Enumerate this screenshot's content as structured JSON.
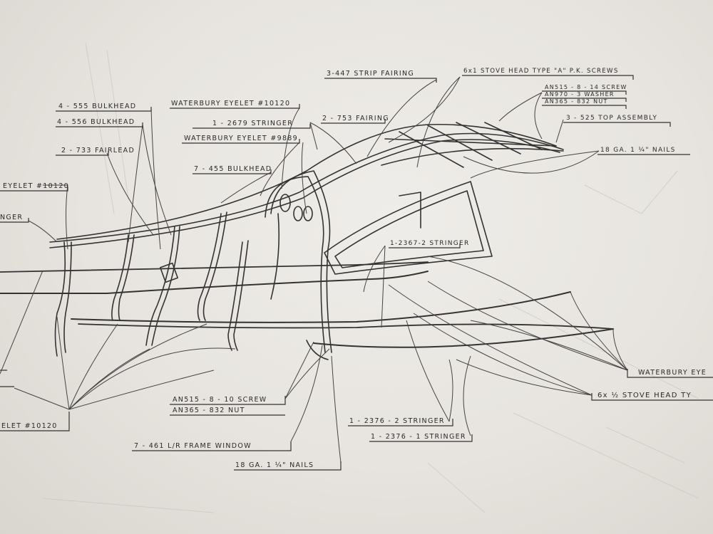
{
  "diagram": {
    "callouts": {
      "strip_fairing": "3-447  STRIP FAIRING",
      "stove_head_screws": "6x1  STOVE HEAD TYPE \"A\" P.K. SCREWS",
      "an515_8_14_screw": "AN515 - 8 - 14  SCREW",
      "an970_3_washer": "AN970 - 3  WASHER",
      "an365_832_nut_top": "AN365 - 832  NUT",
      "top_assembly": "3 - 525  TOP  ASSEMBLY",
      "nails_top": "18 GA.  1 ¼\"  NAILS",
      "bulkhead_555": "4 - 555  BULKHEAD",
      "bulkhead_556": "4 - 556  BULKHEAD",
      "fairlead": "2 - 733  FAIRLEAD",
      "eyelet_left": "EYELET #10120",
      "stringer_left": "NGER",
      "waterbury_10120": "WATERBURY  EYELET #10120",
      "stringer_2679": "1 - 2679  STRINGER",
      "waterbury_9889": "WATERBURY  EYELET #9889",
      "fairing_753": "2 - 753  FAIRING",
      "bulkhead_455": "7 - 455  BULKHEAD",
      "stringer_2367": "1-2367-2  STRINGER",
      "an515_8_10_screw": "AN515 - 8 - 10  SCREW",
      "an365_832_nut_low": "AN365 - 832    NUT",
      "eyelet_bottom_left": "ELET #10120",
      "frame_window": "7 - 461  L/R  FRAME  WINDOW",
      "stringer_2376_2": "1 - 2376 - 2  STRINGER",
      "stringer_2376_1": "1 - 2376 - 1  STRINGER",
      "nails_bottom": "18  GA.  1 ¼\"  NAILS",
      "waterbury_right": "WATERBURY  EYE",
      "stove_head_right": "6x ½  STOVE  HEAD  TY"
    }
  }
}
